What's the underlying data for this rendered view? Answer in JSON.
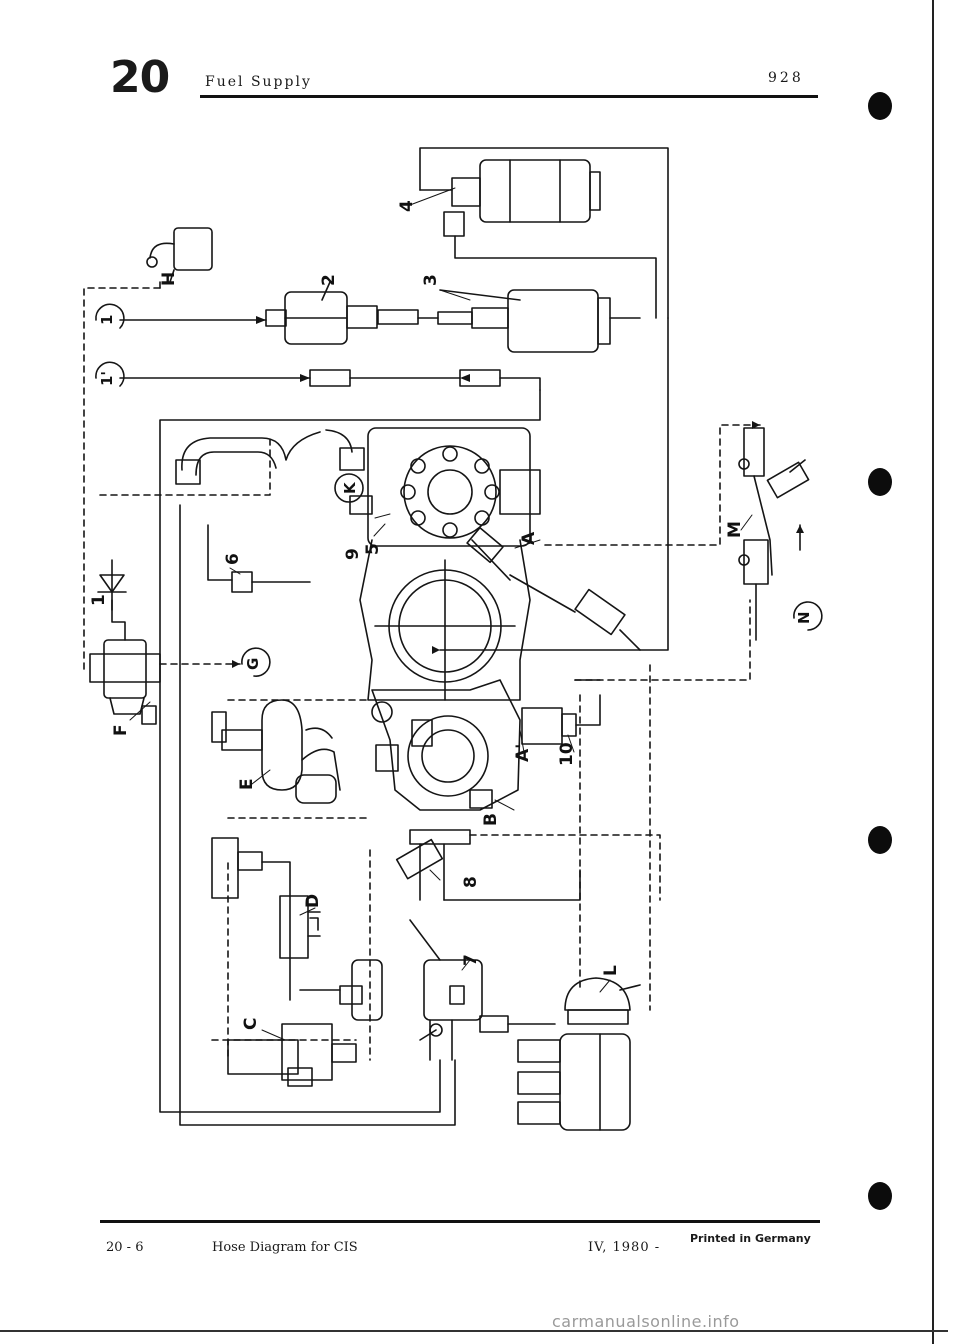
{
  "header": {
    "section_number": "20",
    "section_title": "Fuel Supply",
    "model": "928"
  },
  "footer": {
    "page": "20 - 6",
    "title": "Hose Diagram for CIS",
    "date": "IV, 1980 -",
    "printed": "Printed in Germany"
  },
  "watermark": "carmanualsonline.info",
  "diagram": {
    "labels": {
      "n1": "1",
      "n2": "2",
      "n3": "3",
      "n4": "4",
      "n5": "5",
      "n6": "6",
      "n7": "7",
      "n8": "8",
      "n9": "9",
      "n10": "10",
      "H": "H",
      "F": "F",
      "E": "E",
      "D": "D",
      "C": "C",
      "B": "B",
      "A": "A",
      "A2": "A'",
      "M": "M",
      "L": "L"
    },
    "circled": {
      "c1": "1",
      "c1p": "1'",
      "K": "K",
      "G": "G",
      "N": "N"
    }
  }
}
